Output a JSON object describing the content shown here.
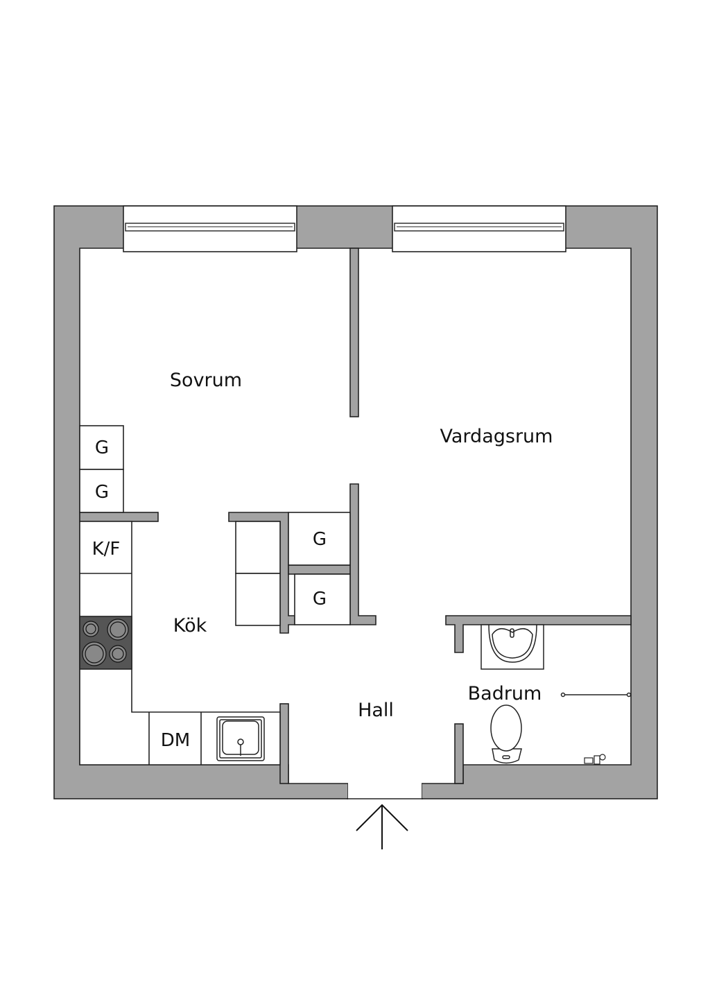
{
  "rooms": {
    "sovrum": "Sovrum",
    "vardagsrum": "Vardagsrum",
    "kok": "Kök",
    "hall": "Hall",
    "badrum": "Badrum"
  },
  "cabinets": {
    "wardrobe": "G",
    "fridge_freezer": "K/F",
    "dishwasher": "DM"
  },
  "colors": {
    "wall": "#a3a3a3",
    "stove": "#555555",
    "line": "#222222"
  }
}
